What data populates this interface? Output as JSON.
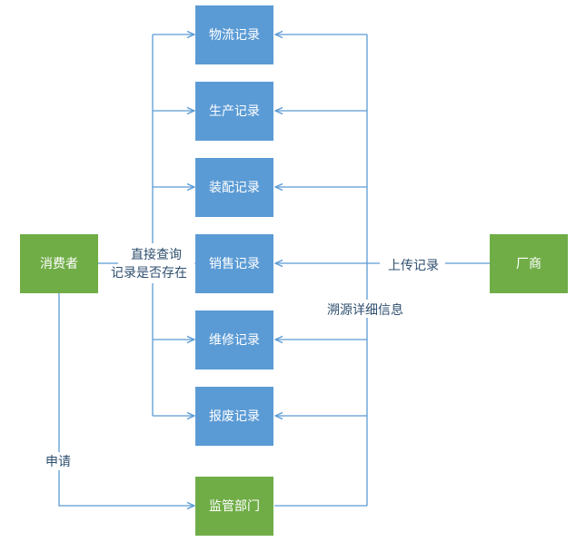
{
  "colors": {
    "record_box": "#5b9bd5",
    "actor_box": "#70ad47",
    "box_text": "#ffffff",
    "edge": "#5b9bd5",
    "edge_label": "#2f4f6f"
  },
  "records": [
    {
      "label": "物流记录"
    },
    {
      "label": "生产记录"
    },
    {
      "label": "装配记录"
    },
    {
      "label": "销售记录"
    },
    {
      "label": "维修记录"
    },
    {
      "label": "报废记录"
    }
  ],
  "actors": {
    "consumer": "消费者",
    "manufacturer": "厂商",
    "regulator": "监管部门"
  },
  "edge_labels": {
    "query_line1": "直接查询",
    "query_line2": "记录是否存在",
    "upload": "上传记录",
    "trace": "溯源详细信息",
    "apply": "申请"
  }
}
